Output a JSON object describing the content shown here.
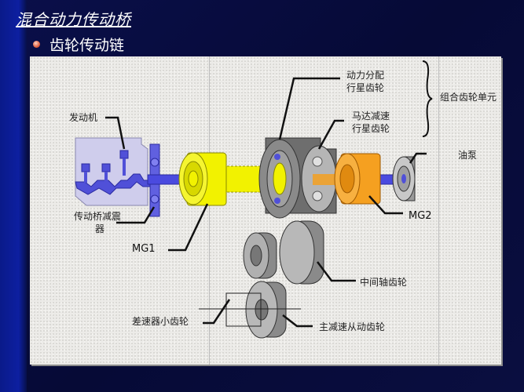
{
  "slide": {
    "title": "混合动力传动桥",
    "bullet": "齿轮传动链"
  },
  "diagram": {
    "labels": {
      "engine": "发动机",
      "damper_line1": "传动桥减震",
      "damper_line2": "器",
      "mg1": "MG1",
      "power_split_line1": "动力分配",
      "power_split_line2": "行星齿轮",
      "motor_reduction_line1": "马达减速",
      "motor_reduction_line2": "行星齿轮",
      "compound_gear_unit": "组合齿轮单元",
      "oil_pump": "油泵",
      "mg2": "MG2",
      "counter_gear": "中间轴齿轮",
      "diff_pinion": "差速器小齿轮",
      "final_driven_gear": "主减速从动齿轮"
    },
    "colors": {
      "shaft": "#4a4adf",
      "mg1": "#f2f200",
      "mg2": "#f5a020",
      "gear_gray": "#8a8a8a",
      "panel_bg": "#ecebe8",
      "slide_bg": "#070b3c",
      "accent_bar": "#0d1fa0"
    }
  }
}
